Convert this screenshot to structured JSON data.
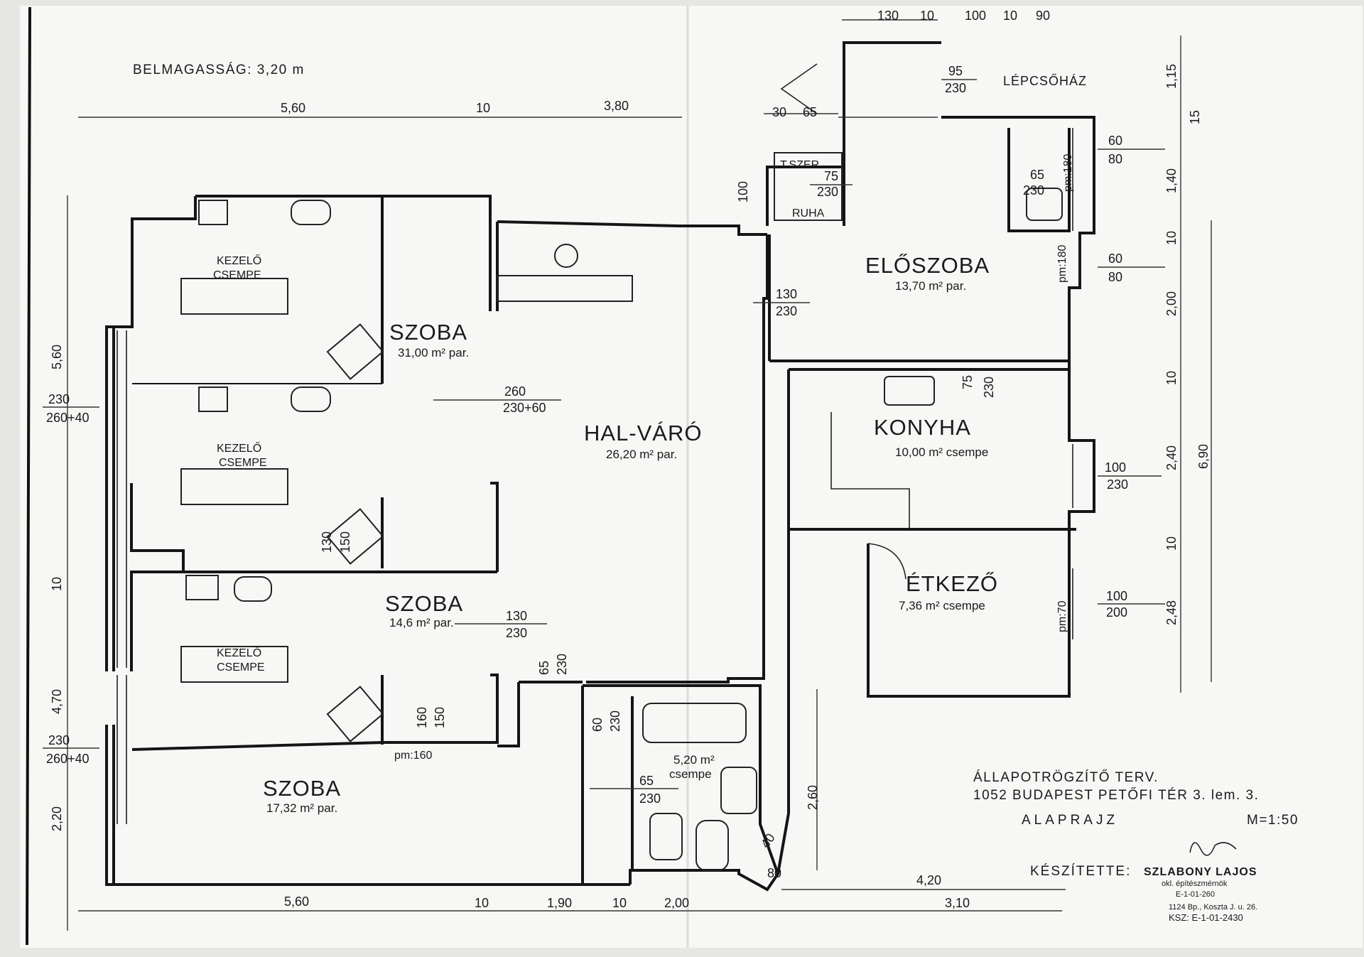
{
  "header": {
    "ceiling_height": "BELMAGASSÁG: 3,20 m"
  },
  "rooms": [
    {
      "id": "szoba-1",
      "name": "SZOBA",
      "area": "31,00 m² par."
    },
    {
      "id": "kezelo-1",
      "name": "KEZELŐ",
      "finish": "CSEMPE"
    },
    {
      "id": "kezelo-2",
      "name": "KEZELŐ",
      "finish": "CSEMPE"
    },
    {
      "id": "kezelo-3",
      "name": "KEZELŐ",
      "finish": "CSEMPE"
    },
    {
      "id": "szoba-2",
      "name": "SZOBA",
      "area": "14,6 m² par."
    },
    {
      "id": "szoba-3",
      "name": "SZOBA",
      "area": "17,32 m² par."
    },
    {
      "id": "hal-varo",
      "name": "HAL-VÁRÓ",
      "area": "26,20 m² par."
    },
    {
      "id": "eloszoba",
      "name": "ELŐSZOBA",
      "area": "13,70 m² par."
    },
    {
      "id": "konyha",
      "name": "KONYHA",
      "area": "10,00 m² csempe"
    },
    {
      "id": "etkezo",
      "name": "ÉTKEZŐ",
      "area": "7,36 m² csempe"
    },
    {
      "id": "furdo",
      "name": "",
      "area": "5,20 m²",
      "finish": "csempe"
    },
    {
      "id": "tszer",
      "name": "T.SZER"
    },
    {
      "id": "ruha",
      "name": "RUHA"
    },
    {
      "id": "lepcsohaz",
      "name": "LÉPCSŐHÁZ"
    }
  ],
  "dimensions": {
    "top": [
      "5,60",
      "10",
      "3,80"
    ],
    "top_right": [
      "130",
      "10",
      "100",
      "10",
      "90"
    ],
    "top_mid": [
      "30",
      "65"
    ],
    "bottom": [
      "5,60",
      "10",
      "1,90",
      "10",
      "2,00",
      "3,10"
    ],
    "bottom_right": "4,20",
    "left": [
      "5,60",
      "10",
      "4,70",
      "2,20"
    ],
    "right": [
      "1,15",
      "15",
      "1,40",
      "10",
      "2,00",
      "10",
      "2,40",
      "10",
      "2,48",
      "6,90"
    ],
    "inner_260": "2,60",
    "tszer_depth": "100"
  },
  "openings": [
    {
      "top": "95",
      "bottom": "230"
    },
    {
      "top": "75",
      "bottom": "230"
    },
    {
      "top": "65",
      "bottom": "230"
    },
    {
      "top": "60",
      "bottom": "80"
    },
    {
      "top": "60",
      "bottom": "80"
    },
    {
      "top": "130",
      "bottom": "230"
    },
    {
      "top": "260",
      "bottom": "230+60"
    },
    {
      "top": "75",
      "bottom": "230"
    },
    {
      "top": "100",
      "bottom": "230"
    },
    {
      "top": "100",
      "bottom": "200"
    },
    {
      "top": "130",
      "bottom": "230"
    },
    {
      "top": "65",
      "bottom": "230"
    },
    {
      "top": "60",
      "bottom": "230"
    },
    {
      "top": "65",
      "bottom": "230"
    },
    {
      "top": "160",
      "bottom": "150"
    },
    {
      "top": "130",
      "bottom": "150"
    },
    {
      "top": "40",
      "bottom": "80"
    },
    {
      "top": "230",
      "bottom": "260+40"
    },
    {
      "top": "230",
      "bottom": "260+40"
    }
  ],
  "parapets": [
    "pm:180",
    "pm:180",
    "pm:70",
    "pm:160"
  ],
  "title_block": {
    "line1": "ÁLLAPOTRÖGZÍTŐ TERV.",
    "line2": "1052 BUDAPEST PETŐFI TÉR 3. lem. 3.",
    "drawing": "ALAPRAJZ",
    "scale": "M=1:50",
    "made_by_label": "KÉSZÍTETTE:",
    "author": "SZLABONY LAJOS",
    "author_title": "okl. építészmérnök",
    "reg1": "E-1-01-260",
    "address": "1124 Bp., Koszta J. u. 26.",
    "reg2": "KSZ: E-1-01-2430"
  }
}
